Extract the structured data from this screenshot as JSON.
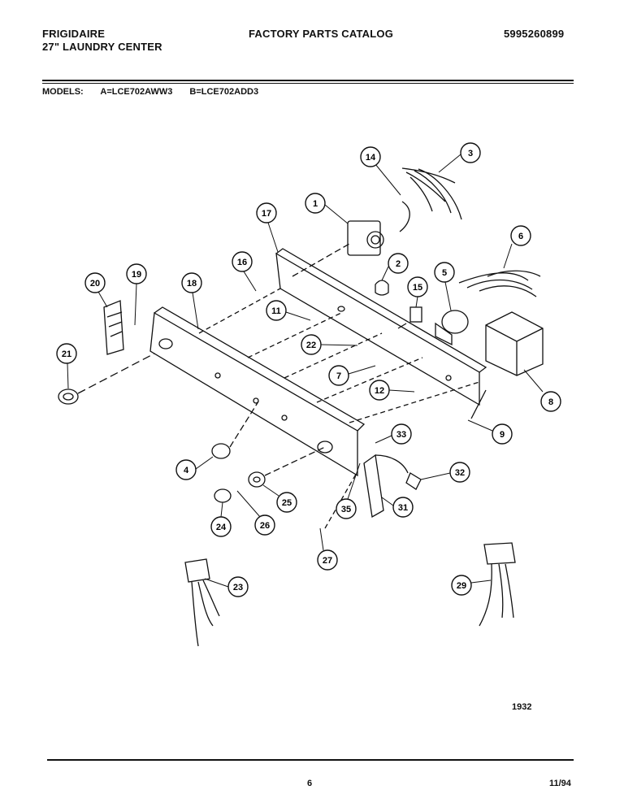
{
  "header": {
    "brand": "FRIGIDAIRE",
    "subtitle": "27\" LAUNDRY CENTER",
    "catalog": "FACTORY PARTS CATALOG",
    "part_number": "5995260899"
  },
  "models": {
    "label": "MODELS:",
    "a": "A=LCE702AWW3",
    "b": "B=LCE702ADD3"
  },
  "callouts": [
    "1",
    "2",
    "3",
    "4",
    "5",
    "6",
    "7",
    "8",
    "9",
    "11",
    "12",
    "14",
    "15",
    "16",
    "17",
    "18",
    "19",
    "20",
    "21",
    "22",
    "23",
    "24",
    "25",
    "26",
    "27",
    "29",
    "31",
    "32",
    "33",
    "35"
  ],
  "figure_number": "1932",
  "footer": {
    "page": "6",
    "date": "11/94"
  }
}
